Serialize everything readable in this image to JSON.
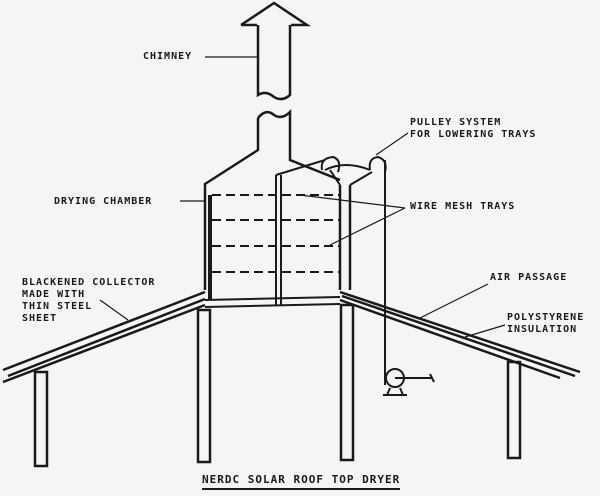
{
  "labels": {
    "chimney": "CHIMNEY",
    "pulley": "PULLEY SYSTEM\nFOR LOWERING TRAYS",
    "drying_chamber": "DRYING CHAMBER",
    "trays": "WIRE MESH TRAYS",
    "collector": "BLACKENED COLLECTOR\nMADE WITH\nTHIN STEEL\nSHEET",
    "air_passage": "AIR PASSAGE",
    "insulation": "POLYSTYRENE\nINSULATION"
  },
  "title": "NERDC SOLAR ROOF TOP DRYER"
}
